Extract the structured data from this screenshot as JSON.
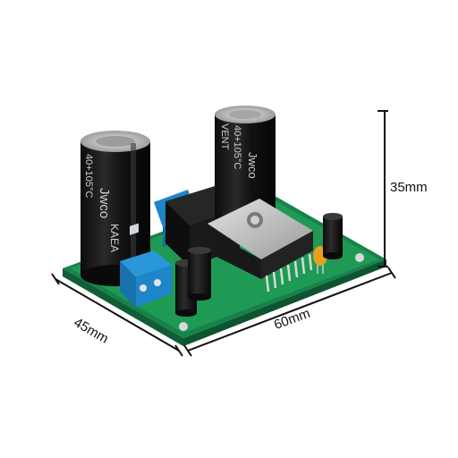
{
  "product": {
    "capacitor_brand": "Jwco",
    "capacitor_series": "VENT",
    "capacitor_rating": "40+105°C",
    "capacitor_extra": "KAEA"
  },
  "dimensions": {
    "height": "35mm",
    "width": "45mm",
    "length": "60mm"
  },
  "colors": {
    "pcb": "#1f9a55",
    "terminal": "#1e86c8",
    "capacitor": "#161616",
    "regulator_tab": "#c9c9c9"
  }
}
